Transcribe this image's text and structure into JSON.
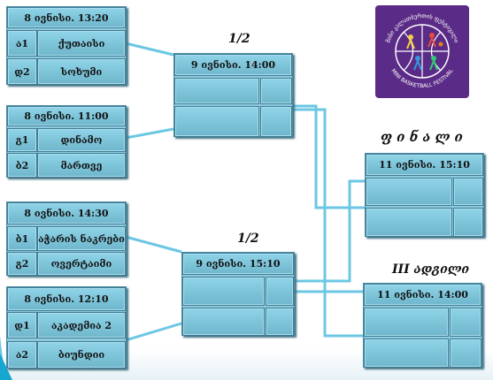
{
  "groups": [
    {
      "date": "8 ივნისი. 13:20",
      "seed1": "ა1",
      "team1": "ქუთაისი",
      "seed2": "დ2",
      "team2": "სოხუმი"
    },
    {
      "date": "8 ივნისი. 11:00",
      "seed1": "გ1",
      "team1": "დინამო",
      "seed2": "ბ2",
      "team2": "მართვე"
    },
    {
      "date": "8 ივნისი. 14:30",
      "seed1": "ბ1",
      "team1": "აჭარის ნაკრები",
      "seed2": "გ2",
      "team2": "ოვერტაიმი"
    },
    {
      "date": "8 ივნისი. 12:10",
      "seed1": "დ1",
      "team1": "აკადემია 2",
      "seed2": "ა2",
      "team2": "ბიუნდიი"
    }
  ],
  "semis": [
    {
      "title": "1/2",
      "date": "9 ივნისი. 14:00"
    },
    {
      "title": "1/2",
      "date": "9 ივნისი. 15:10"
    }
  ],
  "final": {
    "title": "ფ ი ნ ა ლ ი",
    "date": "11 ივნისი. 15:10"
  },
  "third": {
    "title": "III ადგილი",
    "date": "11 ივნისი. 14:00"
  },
  "logo": {
    "top_text": "მინი კალათბურთის ფესტივალი",
    "bottom_text": "MINI BASKETBALL FESTIVAL",
    "colors": {
      "background": "#5a2b87",
      "ring": "#ffffff"
    }
  },
  "colors": {
    "box": "#8ecbe0",
    "cell": "#7cc4da",
    "line": "#6cc7e3",
    "border": "#3f7d92"
  }
}
